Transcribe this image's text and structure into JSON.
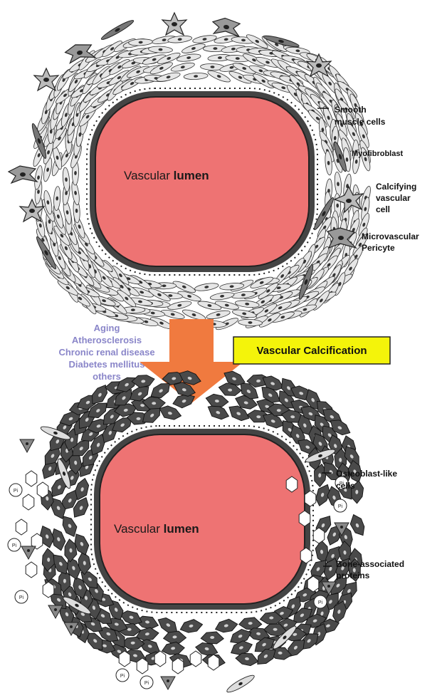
{
  "top_panel": {
    "lumen_label_1": "Vascular",
    "lumen_label_2": "lumen",
    "labels": {
      "smooth_muscle_1": "Smooth",
      "smooth_muscle_2": "muscle cells",
      "myofibroblast": "Myofibroblast",
      "calcifying_1": "Calcifying",
      "calcifying_2": "vascular",
      "calcifying_3": "cell",
      "pericyte_1": "Microvascular",
      "pericyte_2": "Pericyte"
    }
  },
  "middle": {
    "conditions": [
      "Aging",
      "Atherosclerosis",
      "Chronic renal disease",
      "Diabetes mellitus",
      "others"
    ],
    "box_label": "Vascular Calcification"
  },
  "bottom_panel": {
    "lumen_label_1": "Vascular",
    "lumen_label_2": "lumen",
    "labels": {
      "osteoblast_1": "Osteoblast-like",
      "osteoblast_2": "cells",
      "bone_1": "Bone-associated",
      "bone_2": "proteins"
    },
    "pi_symbol": "Pi"
  },
  "colors": {
    "lumen": "#ee7373",
    "arrow": "#f07a3f",
    "box": "#f4f40a",
    "condition_text": "#8a86c9",
    "light_cell": "#e6e6e6",
    "dark_cell": "#4a4a4a"
  }
}
